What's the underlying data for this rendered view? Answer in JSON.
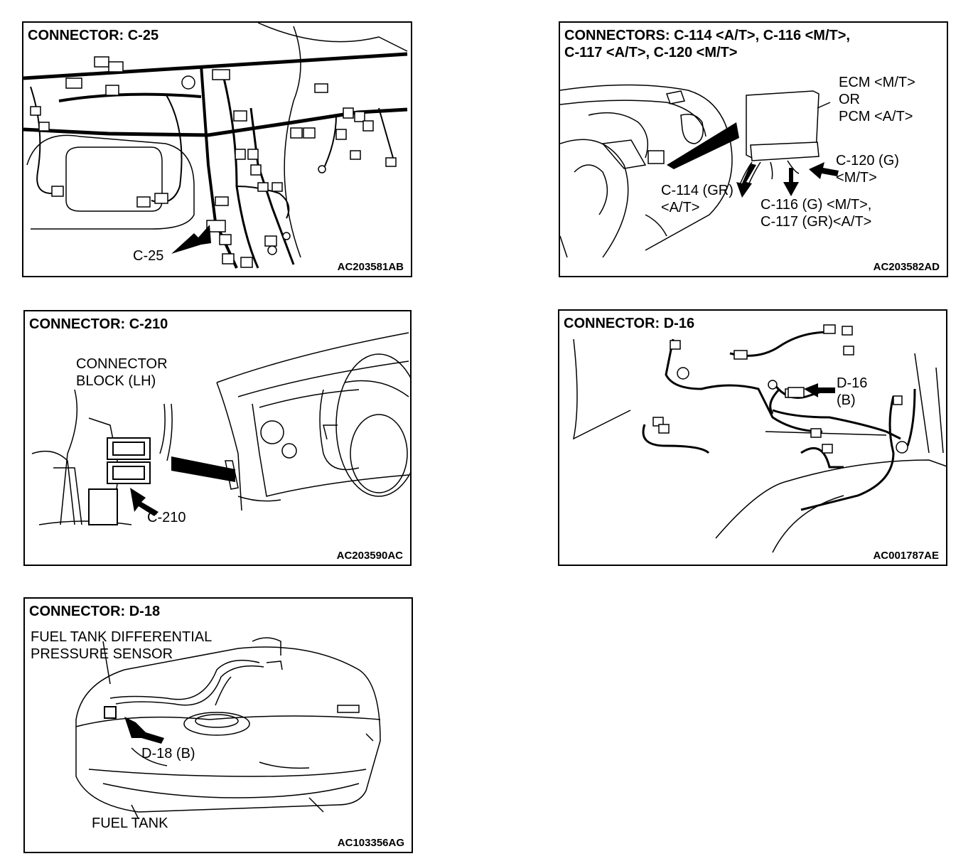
{
  "panels": {
    "c25": {
      "title": "CONNECTOR: C-25",
      "code": "AC203581AB",
      "callout": "C-25"
    },
    "c114": {
      "title_line1": "CONNECTORS: C-114 <A/T>, C-116 <M/T>,",
      "title_line2": "C-117 <A/T>, C-120 <M/T>",
      "code": "AC203582AD",
      "ecm_line1": "ECM <M/T>",
      "ecm_line2": "OR",
      "ecm_line3": "PCM <A/T>",
      "c120_line1": "C-120 (G)",
      "c120_line2": "<M/T>",
      "c114_line1": "C-114 (GR)",
      "c114_line2": "<A/T>",
      "c116_line1": "C-116 (G) <M/T>,",
      "c116_line2": "C-117 (GR)<A/T>"
    },
    "c210": {
      "title": "CONNECTOR: C-210",
      "code": "AC203590AC",
      "block_line1": "CONNECTOR",
      "block_line2": "BLOCK (LH)",
      "callout": "C-210"
    },
    "d16": {
      "title": "CONNECTOR: D-16",
      "code": "AC001787AE",
      "callout_line1": "D-16",
      "callout_line2": "(B)"
    },
    "d18": {
      "title": "CONNECTOR: D-18",
      "code": "AC103356AG",
      "sensor_line1": "FUEL TANK DIFFERENTIAL",
      "sensor_line2": "PRESSURE SENSOR",
      "callout": "D-18 (B)",
      "tank": "FUEL TANK"
    }
  }
}
